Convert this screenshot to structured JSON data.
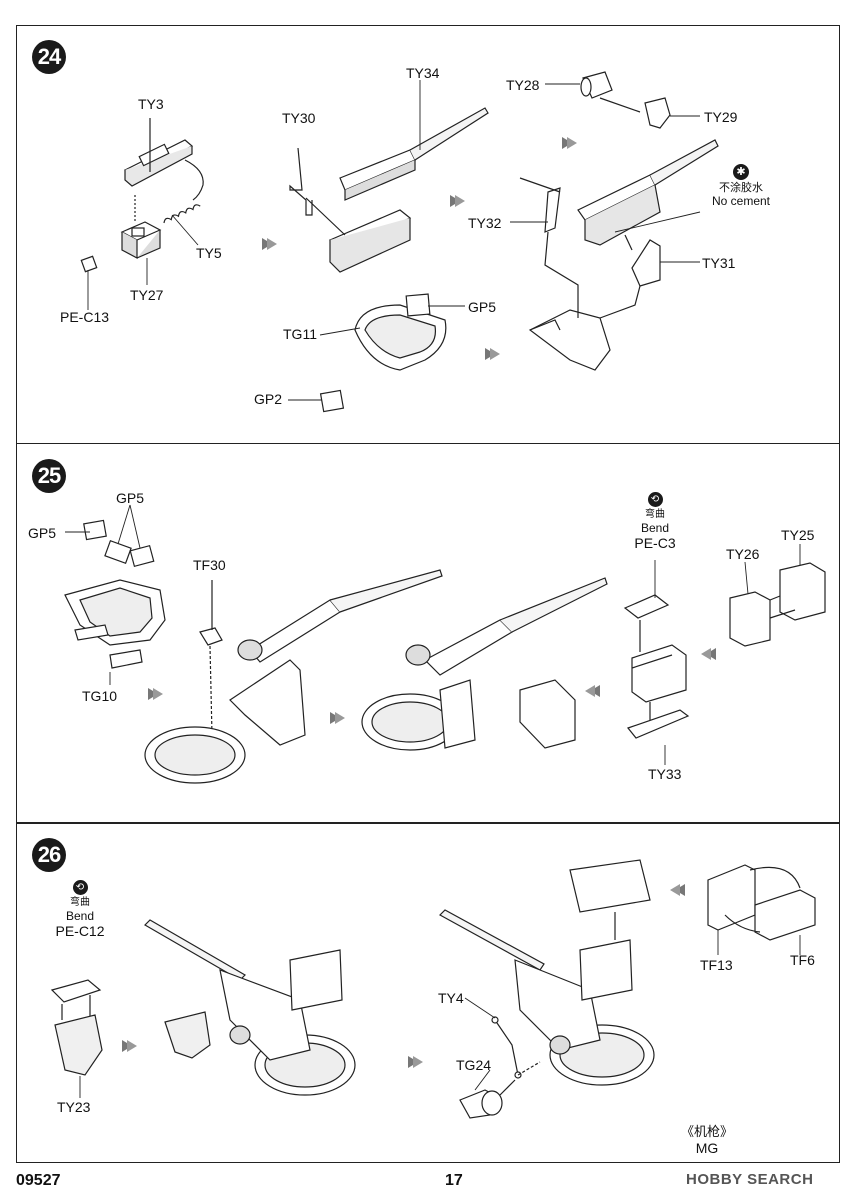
{
  "steps": [
    {
      "number": "24",
      "labels": {
        "ty3": "TY3",
        "ty5": "TY5",
        "ty27": "TY27",
        "pe_c13": "PE-C13",
        "ty30": "TY30",
        "ty34": "TY34",
        "tg11": "TG11",
        "gp5": "GP5",
        "gp2": "GP2",
        "ty28": "TY28",
        "ty29": "TY29",
        "ty32": "TY32",
        "ty31": "TY31"
      },
      "no_cement": {
        "cn": "不涂胶水",
        "en": "No cement"
      }
    },
    {
      "number": "25",
      "labels": {
        "gp5_a": "GP5",
        "gp5_b": "GP5",
        "tg10": "TG10",
        "tf30": "TF30",
        "ty26": "TY26",
        "ty25": "TY25",
        "ty33": "TY33"
      },
      "bend": {
        "cn": "弯曲",
        "en": "Bend",
        "part": "PE-C3"
      }
    },
    {
      "number": "26",
      "labels": {
        "ty23": "TY23",
        "ty4": "TY4",
        "tg24": "TG24",
        "tf13": "TF13",
        "tf6": "TF6"
      },
      "bend": {
        "cn": "弯曲",
        "en": "Bend",
        "part": "PE-C12"
      },
      "caption": {
        "cn": "《机枪》",
        "en": "MG"
      }
    }
  ],
  "footer": {
    "code": "09527",
    "page": "17"
  },
  "watermark": "HOBBY SEARCH",
  "icons": [
    "no-cement-icon",
    "bend-icon",
    "step-arrow-icon"
  ]
}
